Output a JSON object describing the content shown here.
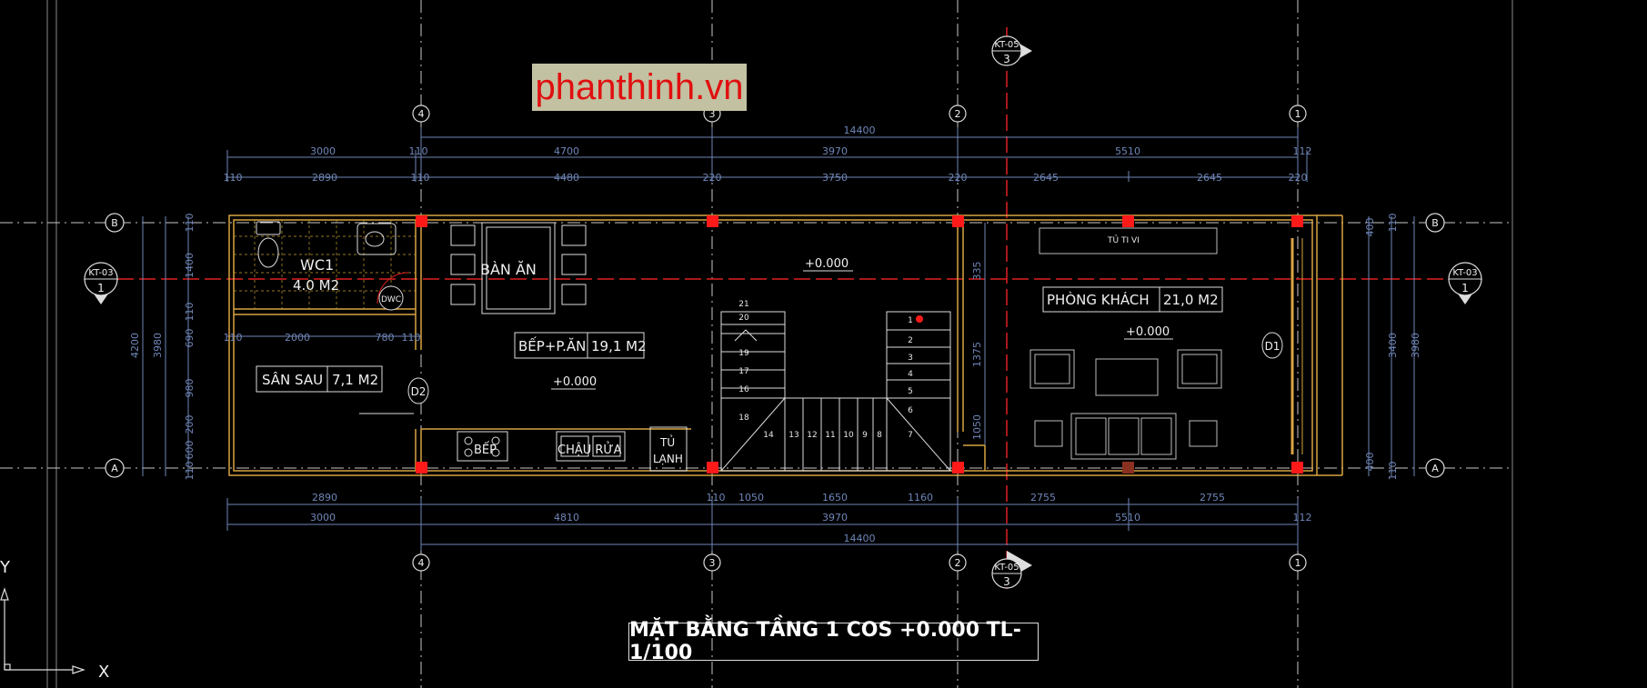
{
  "watermark": "phanthinh.vn",
  "title": "MẶT BẰNG TẦNG 1 COS +0.000 TL-1/100",
  "grid_axes": {
    "a": "A",
    "b": "B",
    "c1": "1",
    "c2": "2",
    "c3": "3",
    "c4": "4"
  },
  "section_marks": {
    "sheet_a": "KT-05",
    "num_a": "3",
    "sheet_b": "KT-03",
    "num_b": "1"
  },
  "rooms": {
    "wc": "WC1",
    "wc_area": "4.0 M2",
    "dwc": "DWC",
    "dining": "BÀN ĂN",
    "kitchen_dining": "BẾP+P.ĂN",
    "kitchen_dining_area": "19,1 M2",
    "back_yard": "SÂN SAU",
    "back_yard_area": "7,1 M2",
    "living": "PHÒNG KHÁCH",
    "living_area": "21,0 M2",
    "tv_cabinet": "TỦ TI VI",
    "stove": "BẾP",
    "sink": "CHẬU RỬA",
    "fridge_1": "TỦ",
    "fridge_2": "LẠNH",
    "door_d1": "D1",
    "door_d2": "D2"
  },
  "levels": {
    "center": "+0.000",
    "kitchen": "+0.000",
    "living": "+0.000"
  },
  "dims_top": {
    "total": "14400",
    "r1": [
      "3000",
      "4700",
      "3970",
      "5510"
    ],
    "r2": [
      "110",
      "2890",
      "110",
      "4480",
      "220",
      "3750",
      "220",
      "2645",
      "2645",
      "220"
    ],
    "r1_end": "112",
    "r1_small": "110"
  },
  "dims_bottom": {
    "total": "14400",
    "r1": [
      "2890",
      "110",
      "1050",
      "1650",
      "1160",
      "2755",
      "2755"
    ],
    "r2": [
      "3000",
      "4810",
      "3970",
      "5510",
      "112"
    ]
  },
  "dims_left": {
    "outer": "4200",
    "mid": "3980",
    "segs": [
      "110",
      "1400",
      "110",
      "690",
      "980",
      "200",
      "600",
      "110"
    ]
  },
  "dims_right": {
    "outer": "3980",
    "mid": "3400",
    "segs": [
      "110",
      "400",
      "400",
      "110"
    ]
  },
  "dims_inner": {
    "wc_row": [
      "110",
      "2000",
      "780",
      "110"
    ],
    "left_inner": [
      "335",
      "1375",
      "1050"
    ]
  },
  "stairs": [
    "21",
    "20",
    "19",
    "18",
    "17",
    "16",
    "18",
    "14",
    "13",
    "12",
    "11",
    "10",
    "9",
    "8",
    "7",
    "6",
    "5",
    "4",
    "3",
    "2",
    "1"
  ],
  "ucs": {
    "x": "X",
    "y": "Y"
  },
  "colors": {
    "wall": "#d9a441",
    "grid": "#c8c8c8",
    "dim": "#6f86b8",
    "section": "#e02020",
    "column": "#ff1a1a",
    "watermark_bg": "#c2c1a1",
    "watermark_text": "#e01010"
  }
}
